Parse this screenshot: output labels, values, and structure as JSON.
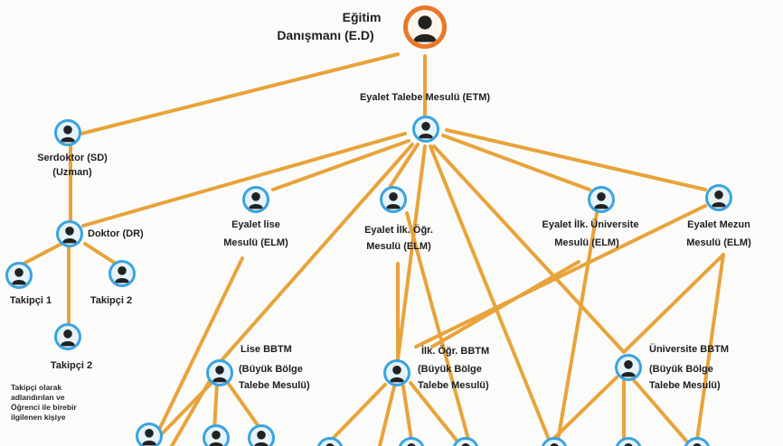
{
  "diagram": {
    "root": {
      "line1": "Eğitim",
      "line2": "Danışmanı (E.D)"
    },
    "etm": {
      "label": "Eyalet Talebe Mesulü (ETM)"
    },
    "sd": {
      "line1": "Serdoktor (SD)",
      "line2": "(Uzman)"
    },
    "dr": {
      "label": "Doktor (DR)"
    },
    "takipci1": {
      "label": "Takipçi 1"
    },
    "takipci2a": {
      "label": "Takipçi 2"
    },
    "takipci2b": {
      "label": "Takipçi 2"
    },
    "note": {
      "line1": "Takipçi olarak",
      "line2": "adlandırılan ve",
      "line3": "Öğrenci ile birebir",
      "line4": "ilgilenen kişiye"
    },
    "elm_lise": {
      "line1": "Eyalet lise",
      "line2": "Mesulü (ELM)"
    },
    "elm_ilk": {
      "line1": "Eyalet İlk. Öğr.",
      "line2": "Mesulü (ELM)"
    },
    "elm_uni": {
      "line1": "Eyalet İlk. Üniversite",
      "line2": "Mesulü (ELM)"
    },
    "elm_mezun": {
      "line1": "Eyalet Mezun",
      "line2": "Mesulü (ELM)"
    },
    "bbtm_lise": {
      "line1": "Lise BBTM",
      "line2": "(Büyük Bölge",
      "line3": "Talebe Mesulü)"
    },
    "bbtm_ilk": {
      "line1": "İlk. Öğr. BBTM",
      "line2": "(Büyük Bölge",
      "line3": "Talebe Mesulü)"
    },
    "bbtm_uni": {
      "line1": "Üniversite BBTM",
      "line2": "(Büyük Bölge",
      "line3": "Talebe Mesulü)"
    }
  },
  "colors": {
    "line": "#e8a33a",
    "accent": "#e8782b",
    "icon_ring": "#3aa3de"
  },
  "icons": {
    "person": "person-silhouette-icon"
  }
}
